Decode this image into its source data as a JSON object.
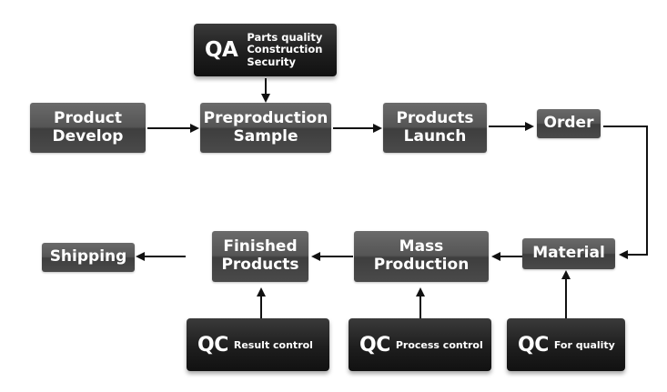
{
  "qa": {
    "tag": "QA",
    "items": [
      "Parts quality",
      "Construction",
      "Security"
    ]
  },
  "top_row": {
    "product_develop": [
      "Product",
      "Develop"
    ],
    "preproduction_sample": [
      "Preproduction",
      "Sample"
    ],
    "products_launch": [
      "Products",
      "Launch"
    ],
    "order": "Order"
  },
  "bottom_row": {
    "shipping": "Shipping",
    "finished_products": [
      "Finished",
      "Products"
    ],
    "mass_production": [
      "Mass",
      "Production"
    ],
    "material": "Material"
  },
  "qc": [
    {
      "tag": "QC",
      "desc": "Result control"
    },
    {
      "tag": "QC",
      "desc": "Process control"
    },
    {
      "tag": "QC",
      "desc": "For quality"
    }
  ],
  "colors": {
    "box": "#555555",
    "dark_box": "#1e1e1e",
    "arrow": "#111111",
    "background": "#ffffff"
  }
}
